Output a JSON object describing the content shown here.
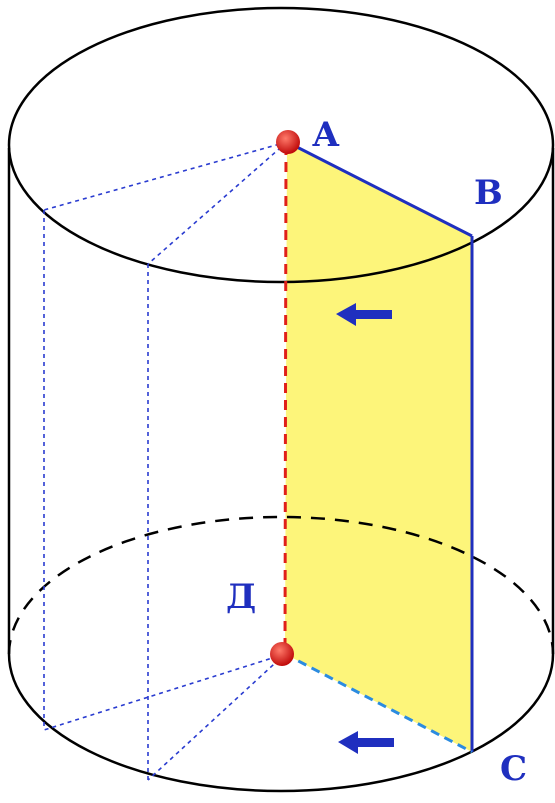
{
  "points": {
    "a": "А",
    "b": "В",
    "c": "С",
    "d": "Д"
  },
  "colors": {
    "outline": "#000000",
    "blue": "#1f2fbf",
    "axis_red": "#e0201a",
    "section_fill": "#fdf57a",
    "dot_red": "#d81818"
  },
  "icons": [
    "left-arrow-icon",
    "left-arrow-icon"
  ]
}
